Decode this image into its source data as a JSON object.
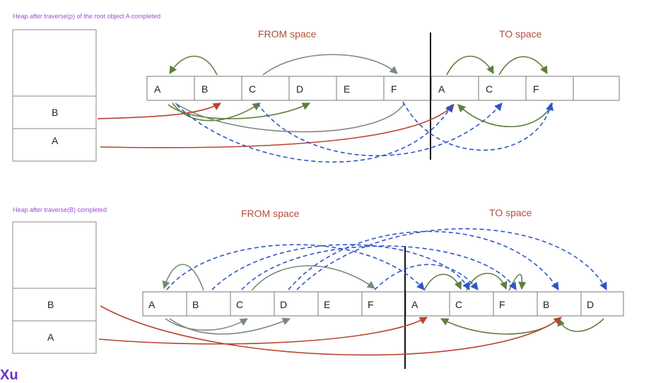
{
  "panels": [
    {
      "caption": "Heap after traverse(p) of the root object A completed",
      "from_label": "FROM space",
      "to_label": "TO space",
      "stack": [
        "",
        "B",
        "A"
      ],
      "from_cells": [
        "A",
        "B",
        "C",
        "D",
        "E",
        "F"
      ],
      "to_cells": [
        "A",
        "C",
        "F",
        ""
      ]
    },
    {
      "caption": "Heap after traverse(B) completed",
      "from_label": "FROM space",
      "to_label": "TO space",
      "stack": [
        "",
        "B",
        "A"
      ],
      "from_cells": [
        "A",
        "B",
        "C",
        "D",
        "E",
        "F"
      ],
      "to_cells": [
        "A",
        "C",
        "F",
        "B",
        "D"
      ]
    }
  ],
  "stray_mark": "Xu",
  "colors": {
    "caption": "#9b4fd6",
    "space_label": "#b0503a",
    "forward_arrow": "#5f7f3c",
    "root_arrow": "#b8452e",
    "pointer_dashed": "#2f55c9"
  }
}
